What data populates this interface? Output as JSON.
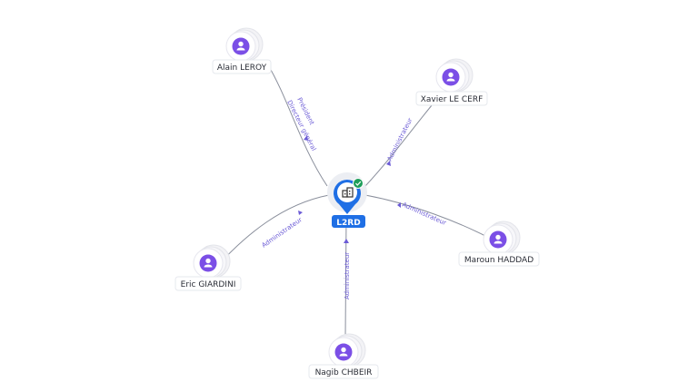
{
  "colors": {
    "person_icon": "#7b4fe6",
    "center_pin": "#1f6fe5",
    "verified_badge": "#1e9e5a",
    "edge_label": "#6b5bd6",
    "edge": "#8a8f9c"
  },
  "center": {
    "label": "L2RD",
    "icon": "building-icon",
    "badge_icon": "checkmark-icon"
  },
  "people": [
    {
      "name": "Alain LEROY",
      "icon": "person-icon"
    },
    {
      "name": "Xavier LE CERF",
      "icon": "person-icon"
    },
    {
      "name": "Maroun HADDAD",
      "icon": "person-icon"
    },
    {
      "name": "Nagib CHBEIR",
      "icon": "person-icon"
    },
    {
      "name": "Eric GIARDINI",
      "icon": "person-icon"
    }
  ],
  "edges": [
    {
      "person": "Alain LEROY",
      "roles": [
        "Président",
        "Directeur général"
      ]
    },
    {
      "person": "Xavier LE CERF",
      "roles": [
        "Administrateur"
      ]
    },
    {
      "person": "Maroun HADDAD",
      "roles": [
        "Administrateur"
      ]
    },
    {
      "person": "Nagib CHBEIR",
      "roles": [
        "Administrateur"
      ]
    },
    {
      "person": "Eric GIARDINI",
      "roles": [
        "Administrateur"
      ]
    }
  ]
}
